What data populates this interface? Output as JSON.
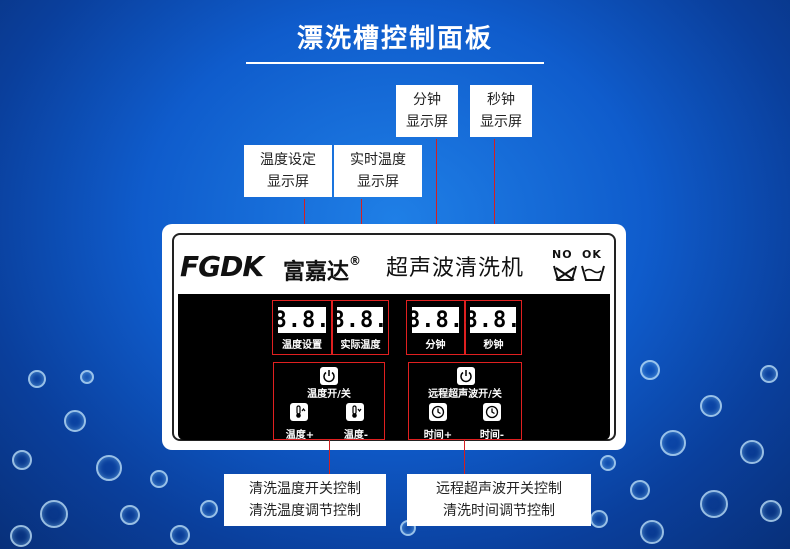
{
  "title": "漂洗槽控制面板",
  "callouts": {
    "temp_set": [
      "温度设定",
      "显示屏"
    ],
    "actual_temp": [
      "实时温度",
      "显示屏"
    ],
    "minute": [
      "分钟",
      "显示屏"
    ],
    "second": [
      "秒钟",
      "显示屏"
    ],
    "left_controls": [
      "清洗温度开关控制",
      "清洗温度调节控制"
    ],
    "right_controls": [
      "远程超声波开关控制",
      "清洗时间调节控制"
    ]
  },
  "panel": {
    "logo": "FGDK",
    "brand_cn": "富嘉达",
    "registered": "®",
    "product": "超声波清洗机",
    "no": "NO",
    "ok": "OK"
  },
  "displays": {
    "temp_set": {
      "value": "8.8.",
      "label": "温度设置"
    },
    "actual_temp": {
      "value": "8.8.",
      "label": "实际温度"
    },
    "minute": {
      "value": "8.8.",
      "label": "分钟"
    },
    "second": {
      "value": "8.8.",
      "label": "秒钟"
    }
  },
  "controls": {
    "temp_power": "温度开/关",
    "temp_plus": "温度+",
    "temp_minus": "温度-",
    "ultra_power": "远程超声波开/关",
    "time_plus": "时间+",
    "time_minus": "时间-"
  }
}
